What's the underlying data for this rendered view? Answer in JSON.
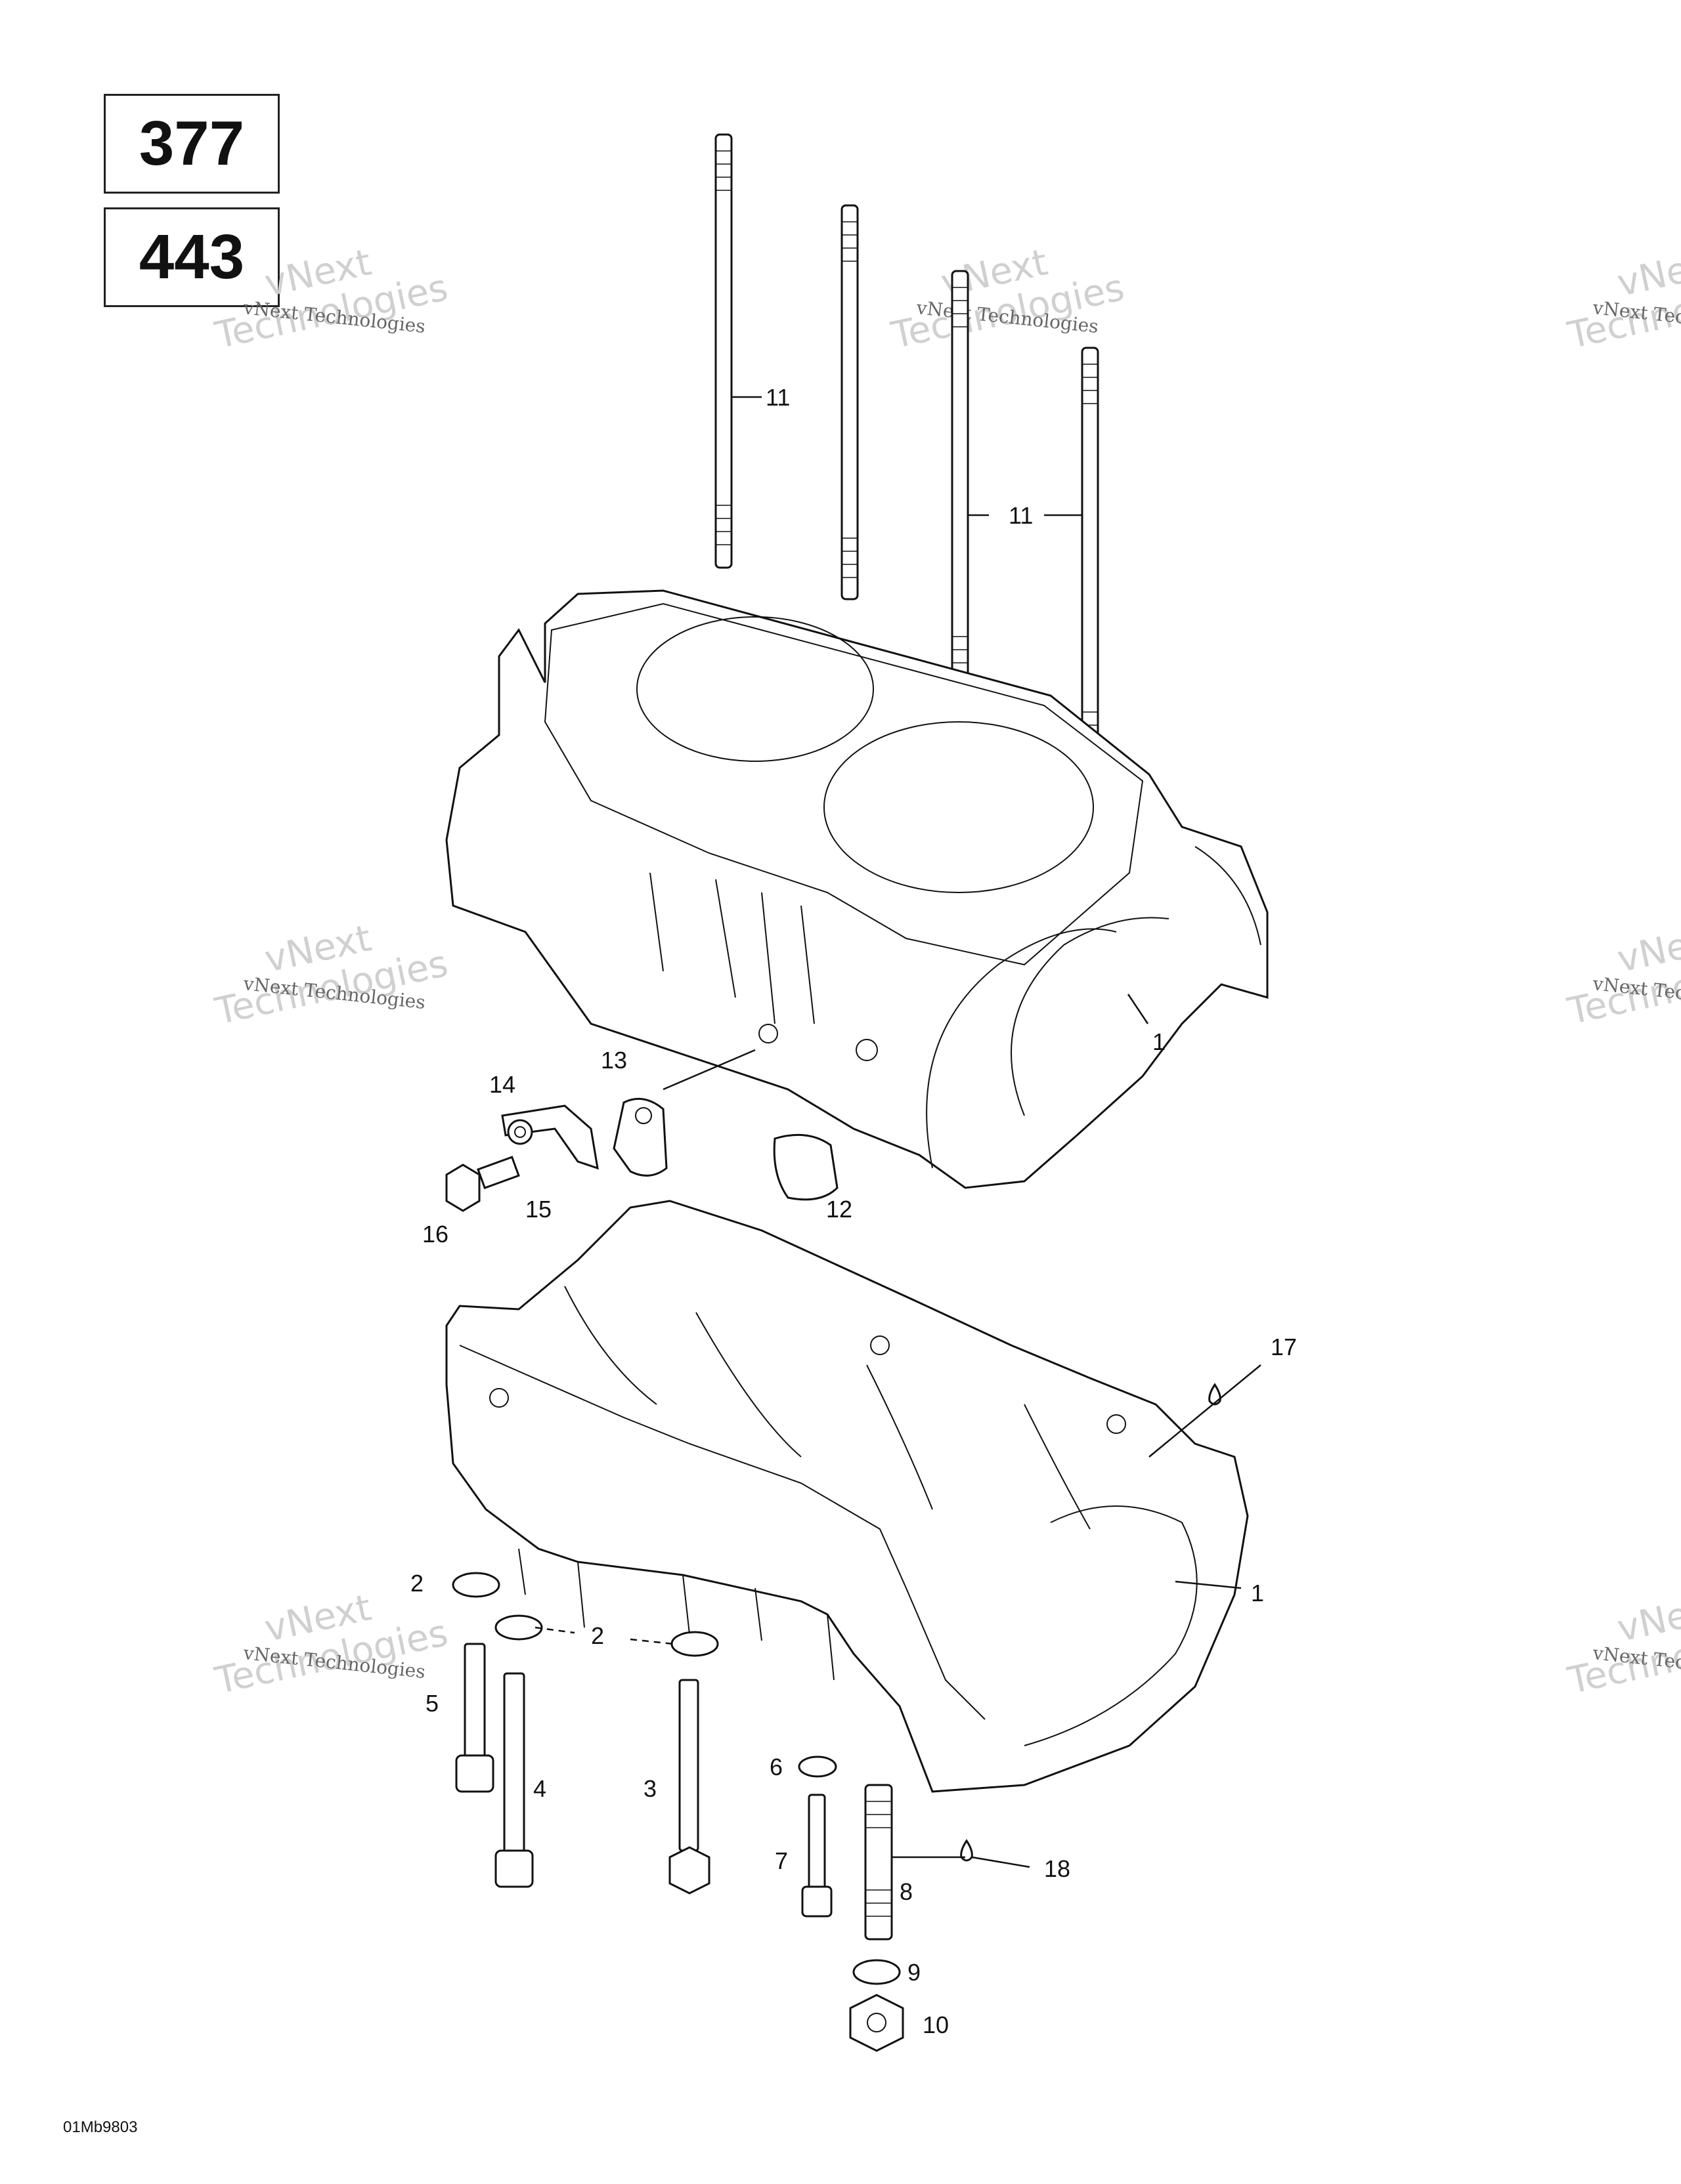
{
  "models": [
    "377",
    "443"
  ],
  "watermark": {
    "brand_line1": "vNext",
    "brand_line2": "Technologies",
    "small_text": "vNext Technologies"
  },
  "callouts": [
    {
      "id": "c1a",
      "text": "1"
    },
    {
      "id": "c1b",
      "text": "1"
    },
    {
      "id": "c2a",
      "text": "2"
    },
    {
      "id": "c2b",
      "text": "2"
    },
    {
      "id": "c3",
      "text": "3"
    },
    {
      "id": "c4",
      "text": "4"
    },
    {
      "id": "c5",
      "text": "5"
    },
    {
      "id": "c6",
      "text": "6"
    },
    {
      "id": "c7",
      "text": "7"
    },
    {
      "id": "c8",
      "text": "8"
    },
    {
      "id": "c9",
      "text": "9"
    },
    {
      "id": "c10",
      "text": "10"
    },
    {
      "id": "c11a",
      "text": "11"
    },
    {
      "id": "c11b",
      "text": "11"
    },
    {
      "id": "c12",
      "text": "12"
    },
    {
      "id": "c13",
      "text": "13"
    },
    {
      "id": "c14",
      "text": "14"
    },
    {
      "id": "c15",
      "text": "15"
    },
    {
      "id": "c16",
      "text": "16"
    },
    {
      "id": "c17",
      "text": "17"
    },
    {
      "id": "c18",
      "text": "18"
    }
  ],
  "reference_code": "01Mb9803"
}
